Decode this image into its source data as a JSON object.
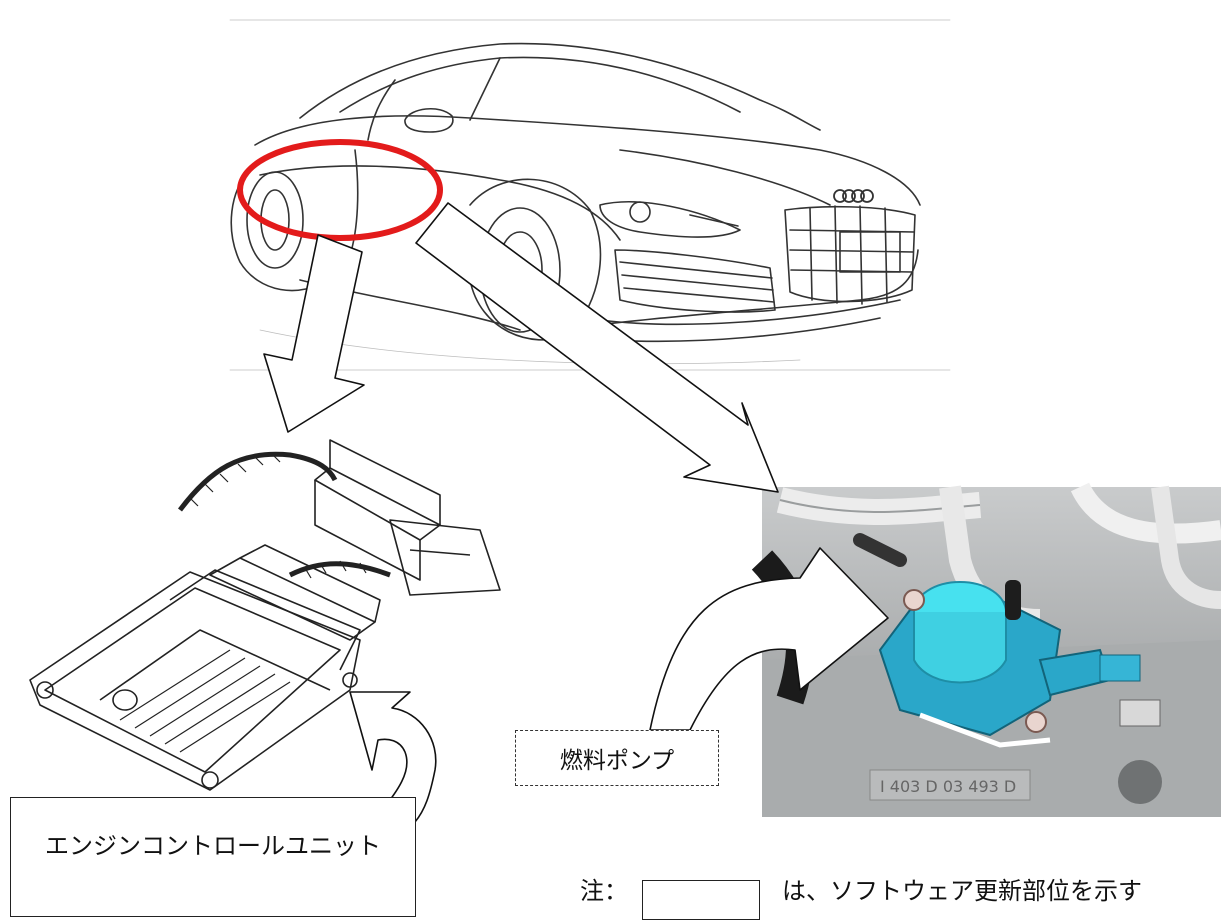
{
  "labels": {
    "ecu": "エンジンコントロールユニット",
    "fuel_pump": "燃料ポンプ"
  },
  "note": {
    "prefix": "注：",
    "suffix": "は、ソフトウェア更新部位を示す"
  },
  "colors": {
    "highlight_ring": "#e31b1b",
    "pump_body": "#2aa7c9",
    "pump_cap": "#47e1ef",
    "outline": "#222222"
  }
}
